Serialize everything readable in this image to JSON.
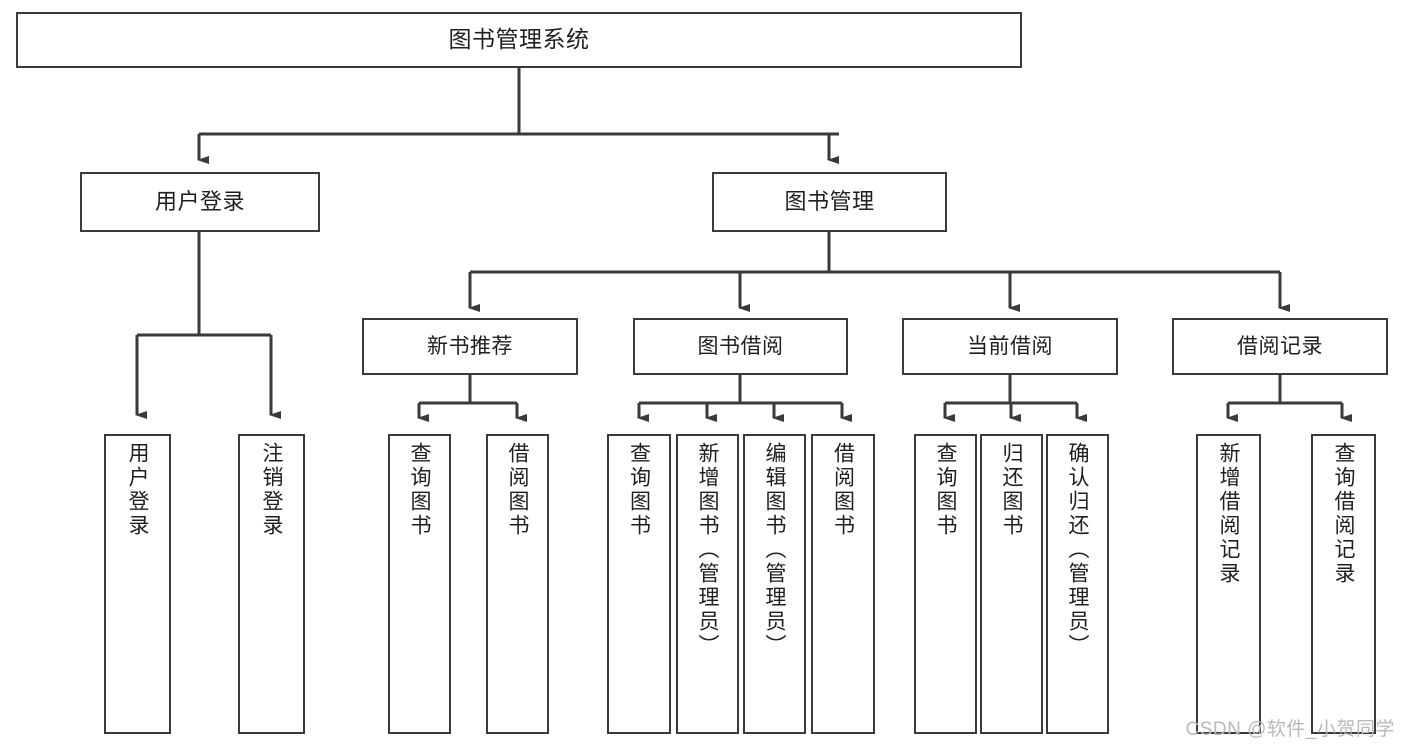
{
  "diagram": {
    "title": "图书管理系统",
    "type": "tree-hierarchy-chart",
    "orientation": "top-down",
    "watermark": "CSDN @软件_小贺同学",
    "colors": {
      "box_border": "#3a3a3a",
      "box_fill": "#ffffff",
      "connector": "#3a3a3a",
      "text": "#1f1f1f",
      "watermark": "#b9b9b9",
      "background": "#ffffff"
    },
    "root": {
      "label": "图书管理系统",
      "level": 1
    },
    "level2": [
      {
        "label": "用户登录"
      },
      {
        "label": "图书管理"
      }
    ],
    "level3": [
      {
        "label": "新书推荐"
      },
      {
        "label": "图书借阅"
      },
      {
        "label": "当前借阅"
      },
      {
        "label": "借阅记录"
      }
    ],
    "leaves": {
      "user_login": [
        {
          "label": "用户登录"
        },
        {
          "label": "注销登录"
        }
      ],
      "new_book_recommend": [
        {
          "label": "查询图书"
        },
        {
          "label": "借阅图书"
        }
      ],
      "book_borrow": [
        {
          "label": "查询图书"
        },
        {
          "label": "新增图书（管理员）"
        },
        {
          "label": "编辑图书（管理员）"
        },
        {
          "label": "借阅图书"
        }
      ],
      "current_borrow": [
        {
          "label": "查询图书"
        },
        {
          "label": "归还图书"
        },
        {
          "label": "确认归还（管理员）"
        }
      ],
      "borrow_record": [
        {
          "label": "新增借阅记录"
        },
        {
          "label": "查询借阅记录"
        }
      ]
    }
  }
}
